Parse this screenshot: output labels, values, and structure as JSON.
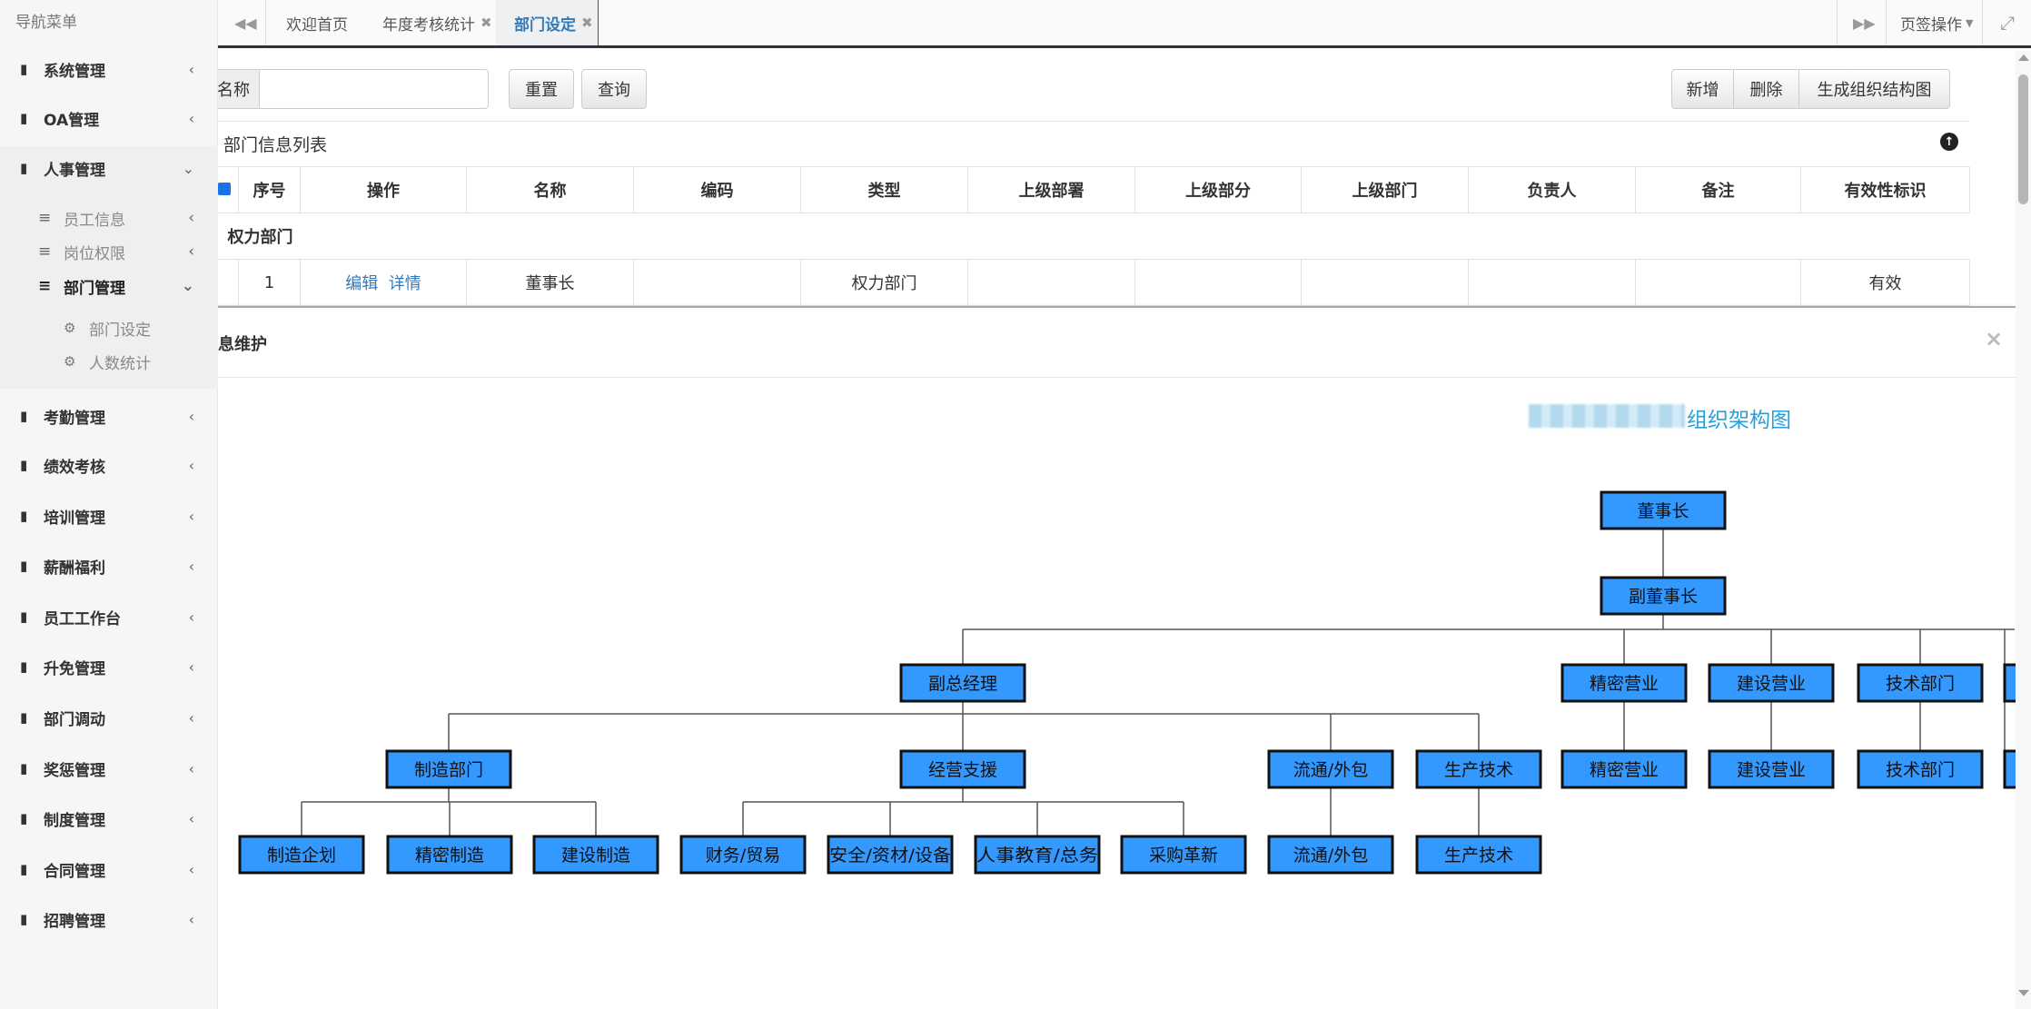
{
  "sidebar": {
    "title": "导航菜单",
    "items": [
      {
        "label": "系统管理"
      },
      {
        "label": "OA管理"
      },
      {
        "label": "人事管理"
      },
      {
        "label": "考勤管理"
      },
      {
        "label": "绩效考核"
      },
      {
        "label": "培训管理"
      },
      {
        "label": "薪酬福利"
      },
      {
        "label": "员工工作台"
      },
      {
        "label": "升免管理"
      },
      {
        "label": "部门调动"
      },
      {
        "label": "奖惩管理"
      },
      {
        "label": "制度管理"
      },
      {
        "label": "合同管理"
      },
      {
        "label": "招聘管理"
      }
    ],
    "hr_sub": [
      {
        "label": "员工信息"
      },
      {
        "label": "岗位权限"
      },
      {
        "label": "部门管理"
      }
    ],
    "dept_sub": [
      {
        "label": "部门设定"
      },
      {
        "label": "人数统计"
      }
    ]
  },
  "tabs": {
    "items": [
      {
        "label": "欢迎首页"
      },
      {
        "label": "年度考核统计"
      },
      {
        "label": "部门设定",
        "active": true
      }
    ],
    "close_glyph": "✖",
    "tab_ops": "页签操作",
    "active_color": "#337ab7"
  },
  "search": {
    "label": "名称",
    "value": "",
    "reset": "重置",
    "query": "查询"
  },
  "toolbar": {
    "add": "新增",
    "delete": "删除",
    "gen_chart": "生成组织结构图"
  },
  "list": {
    "title": "部门信息列表",
    "columns": [
      "序号",
      "操作",
      "名称",
      "编码",
      "类型",
      "上级部署",
      "上级部分",
      "上级部门",
      "负责人",
      "备注",
      "有效性标识"
    ],
    "group": "权力部门",
    "rows": [
      {
        "index": "1",
        "edit": "编辑",
        "detail": "详情",
        "name": "董事长",
        "code": "",
        "type": "权力部门",
        "parent1": "",
        "parent2": "",
        "parent3": "",
        "owner": "",
        "remark": "",
        "valid": "有效"
      }
    ]
  },
  "modal": {
    "title": "息维护",
    "close": "×",
    "chart_title": "组织架构图"
  },
  "org": {
    "box_color": "#3399ff",
    "root": "董事长",
    "vice_chairman": "副董事长",
    "vgm": "副总经理",
    "precision_sales": "精密营业",
    "construction_sales": "建设营业",
    "tech_dept": "技术部门",
    "mfg_dept": "制造部门",
    "biz_support": "经营支援",
    "logistics": "流通/外包",
    "prod_tech": "生产技术",
    "mfg_plan": "制造企划",
    "precision_mfg": "精密制造",
    "construction_mfg": "建设制造",
    "finance": "财务/贸易",
    "safety": "安全/资材/设备",
    "hr_edu": "人事教育/总务",
    "procurement": "采购革新",
    "logistics_child": "流通/外包",
    "prod_tech_child": "生产技术",
    "precision_sales_child": "精密营业",
    "construction_sales_child": "建设营业",
    "tech_dept_child": "技术部门"
  }
}
